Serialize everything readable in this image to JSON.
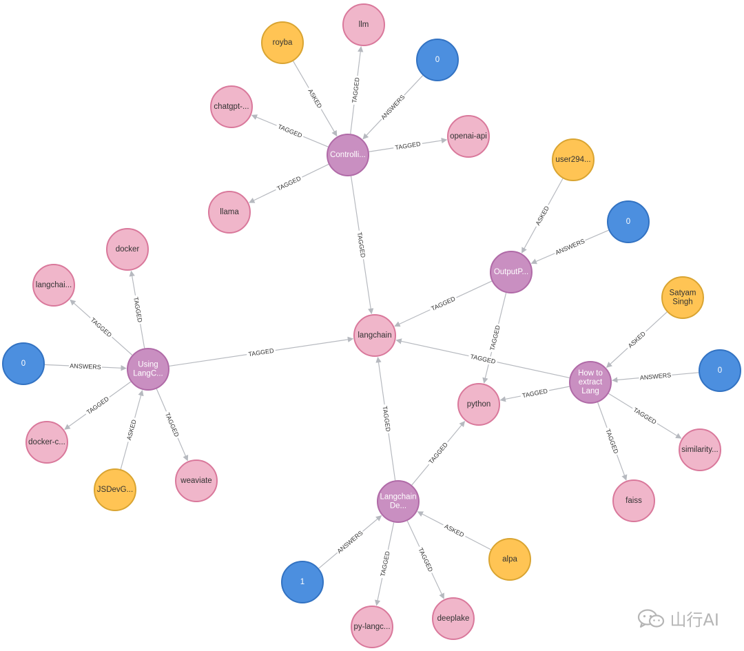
{
  "colors": {
    "question": {
      "fill": "#c98fc1",
      "stroke": "#b06aa7",
      "text": "#ffffff"
    },
    "tag": {
      "fill": "#f0b6ca",
      "stroke": "#d9789b",
      "text": "#333333"
    },
    "user": {
      "fill": "#ffc454",
      "stroke": "#d9a431",
      "text": "#333333"
    },
    "answer": {
      "fill": "#4c8fdf",
      "stroke": "#3272c2",
      "text": "#ffffff"
    },
    "edge": "#b6b9bf"
  },
  "nodes": [
    {
      "id": "q_ctrl",
      "type": "question",
      "label": "Controlli..."
    },
    {
      "id": "q_output",
      "type": "question",
      "label": "OutputP..."
    },
    {
      "id": "q_using",
      "type": "question",
      "label": "Using\nLangC..."
    },
    {
      "id": "q_howto",
      "type": "question",
      "label": "How to\nextract\nLang"
    },
    {
      "id": "q_langdev",
      "type": "question",
      "label": "Langchain\nDe..."
    },
    {
      "id": "t_langchain",
      "type": "tag",
      "label": "langchain"
    },
    {
      "id": "t_python",
      "type": "tag",
      "label": "python"
    },
    {
      "id": "t_llm",
      "type": "tag",
      "label": "llm"
    },
    {
      "id": "t_chatgpt",
      "type": "tag",
      "label": "chatgpt-..."
    },
    {
      "id": "t_openai",
      "type": "tag",
      "label": "openai-api"
    },
    {
      "id": "t_llama",
      "type": "tag",
      "label": "llama"
    },
    {
      "id": "t_docker",
      "type": "tag",
      "label": "docker"
    },
    {
      "id": "t_langchai",
      "type": "tag",
      "label": "langchai..."
    },
    {
      "id": "t_dockerc",
      "type": "tag",
      "label": "docker-c..."
    },
    {
      "id": "t_weaviate",
      "type": "tag",
      "label": "weaviate"
    },
    {
      "id": "t_similarity",
      "type": "tag",
      "label": "similarity..."
    },
    {
      "id": "t_faiss",
      "type": "tag",
      "label": "faiss"
    },
    {
      "id": "t_pylangc",
      "type": "tag",
      "label": "py-langc..."
    },
    {
      "id": "t_deeplake",
      "type": "tag",
      "label": "deeplake"
    },
    {
      "id": "u_royba",
      "type": "user",
      "label": "royba"
    },
    {
      "id": "u_user294",
      "type": "user",
      "label": "user294..."
    },
    {
      "id": "u_satyam",
      "type": "user",
      "label": "Satyam\nSingh"
    },
    {
      "id": "u_jsdev",
      "type": "user",
      "label": "JSDevG..."
    },
    {
      "id": "u_alpa",
      "type": "user",
      "label": "alpa"
    },
    {
      "id": "a_ctrl",
      "type": "answer",
      "label": "0"
    },
    {
      "id": "a_output",
      "type": "answer",
      "label": "0"
    },
    {
      "id": "a_using",
      "type": "answer",
      "label": "0"
    },
    {
      "id": "a_howto",
      "type": "answer",
      "label": "0"
    },
    {
      "id": "a_langdev",
      "type": "answer",
      "label": "1"
    }
  ],
  "edges": [
    {
      "from": "u_royba",
      "to": "q_ctrl",
      "label": "ASKED"
    },
    {
      "from": "q_ctrl",
      "to": "t_llm",
      "label": "TAGGED"
    },
    {
      "from": "a_ctrl",
      "to": "q_ctrl",
      "label": "ANSWERS"
    },
    {
      "from": "q_ctrl",
      "to": "t_chatgpt",
      "label": "TAGGED"
    },
    {
      "from": "q_ctrl",
      "to": "t_openai",
      "label": "TAGGED"
    },
    {
      "from": "q_ctrl",
      "to": "t_llama",
      "label": "TAGGED"
    },
    {
      "from": "q_ctrl",
      "to": "t_langchain",
      "label": "TAGGED"
    },
    {
      "from": "u_user294",
      "to": "q_output",
      "label": "ASKED"
    },
    {
      "from": "a_output",
      "to": "q_output",
      "label": "ANSWERS"
    },
    {
      "from": "q_output",
      "to": "t_langchain",
      "label": "TAGGED"
    },
    {
      "from": "q_output",
      "to": "t_python",
      "label": "TAGGED"
    },
    {
      "from": "q_using",
      "to": "t_docker",
      "label": "TAGGED"
    },
    {
      "from": "q_using",
      "to": "t_langchai",
      "label": "TAGGED"
    },
    {
      "from": "a_using",
      "to": "q_using",
      "label": "ANSWERS"
    },
    {
      "from": "q_using",
      "to": "t_dockerc",
      "label": "TAGGED"
    },
    {
      "from": "u_jsdev",
      "to": "q_using",
      "label": "ASKED"
    },
    {
      "from": "q_using",
      "to": "t_weaviate",
      "label": "TAGGED"
    },
    {
      "from": "q_using",
      "to": "t_langchain",
      "label": "TAGGED"
    },
    {
      "from": "u_satyam",
      "to": "q_howto",
      "label": "ASKED"
    },
    {
      "from": "a_howto",
      "to": "q_howto",
      "label": "ANSWERS"
    },
    {
      "from": "q_howto",
      "to": "t_langchain",
      "label": "TAGGED"
    },
    {
      "from": "q_howto",
      "to": "t_python",
      "label": "TAGGED"
    },
    {
      "from": "q_howto",
      "to": "t_similarity",
      "label": "TAGGED"
    },
    {
      "from": "q_howto",
      "to": "t_faiss",
      "label": "TAGGED"
    },
    {
      "from": "q_langdev",
      "to": "t_langchain",
      "label": "TAGGED"
    },
    {
      "from": "q_langdev",
      "to": "t_python",
      "label": "TAGGED"
    },
    {
      "from": "a_langdev",
      "to": "q_langdev",
      "label": "ANSWERS"
    },
    {
      "from": "u_alpa",
      "to": "q_langdev",
      "label": "ASKED"
    },
    {
      "from": "q_langdev",
      "to": "t_pylangc",
      "label": "TAGGED"
    },
    {
      "from": "q_langdev",
      "to": "t_deeplake",
      "label": "TAGGED"
    }
  ],
  "watermark": {
    "text": "山行AI",
    "icon": "wechat-icon"
  }
}
